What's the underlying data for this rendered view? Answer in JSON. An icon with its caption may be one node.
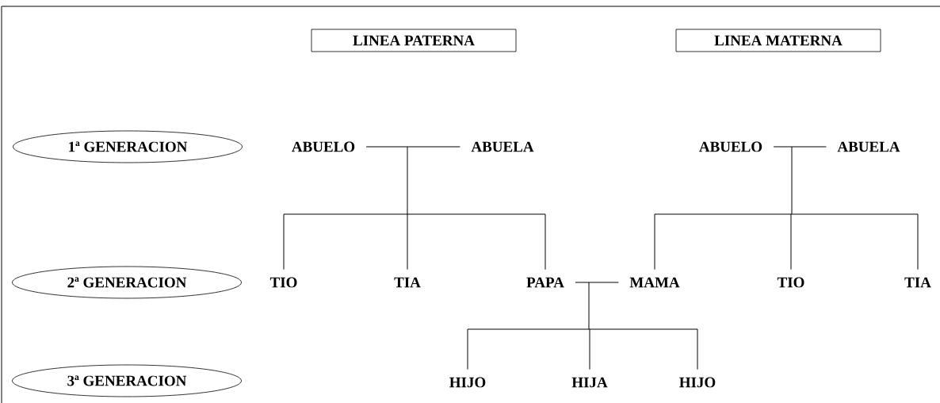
{
  "diagram": {
    "nodes": [
      {
        "text": [
          "LINEA PATERNA"
        ]
      },
      {
        "text": [
          "LINEA MATERNA"
        ]
      },
      {
        "text": [
          "1ª GENERACION"
        ]
      },
      {
        "text": [
          "ABUELO"
        ]
      },
      {
        "text": [
          "ABUELA"
        ]
      },
      {
        "text": [
          "ABUELO"
        ]
      },
      {
        "text": [
          "ABUELA"
        ]
      },
      {
        "text": [
          "2ª GENERACION"
        ]
      },
      {
        "text": [
          "TIO"
        ]
      },
      {
        "text": [
          "TIA"
        ]
      },
      {
        "text": [
          "PAPA"
        ]
      },
      {
        "text": [
          "MAMA"
        ]
      },
      {
        "text": [
          "TIO"
        ]
      },
      {
        "text": [
          "TIA"
        ]
      },
      {
        "text": [
          "3ª GENERACION"
        ]
      },
      {
        "text": [
          "HIJO"
        ]
      },
      {
        "text": [
          "HIJA"
        ]
      },
      {
        "text": [
          "HIJO"
        ]
      }
    ],
    "edges": [
      {
        "from": 3,
        "to": 4,
        "arrow": "none"
      },
      {
        "from": 3,
        "to": 8,
        "arrow": "none"
      },
      {
        "from": 4,
        "to": 8,
        "arrow": "none"
      },
      {
        "from": 3,
        "to": 9,
        "arrow": "none"
      },
      {
        "from": 4,
        "to": 9,
        "arrow": "none"
      },
      {
        "from": 3,
        "to": 10,
        "arrow": "none"
      },
      {
        "from": 4,
        "to": 10,
        "arrow": "none"
      },
      {
        "from": 5,
        "to": 6,
        "arrow": "none"
      },
      {
        "from": 5,
        "to": 11,
        "arrow": "none"
      },
      {
        "from": 6,
        "to": 11,
        "arrow": "none"
      },
      {
        "from": 5,
        "to": 12,
        "arrow": "none"
      },
      {
        "from": 6,
        "to": 12,
        "arrow": "none"
      },
      {
        "from": 5,
        "to": 13,
        "arrow": "none"
      },
      {
        "from": 6,
        "to": 13,
        "arrow": "none"
      },
      {
        "from": 10,
        "to": 11,
        "arrow": "none"
      },
      {
        "from": 10,
        "to": 15,
        "arrow": "none"
      },
      {
        "from": 11,
        "to": 15,
        "arrow": "none"
      },
      {
        "from": 10,
        "to": 16,
        "arrow": "none"
      },
      {
        "from": 11,
        "to": 16,
        "arrow": "none"
      },
      {
        "from": 10,
        "to": 17,
        "arrow": "none"
      },
      {
        "from": 11,
        "to": 17,
        "arrow": "none"
      }
    ]
  }
}
